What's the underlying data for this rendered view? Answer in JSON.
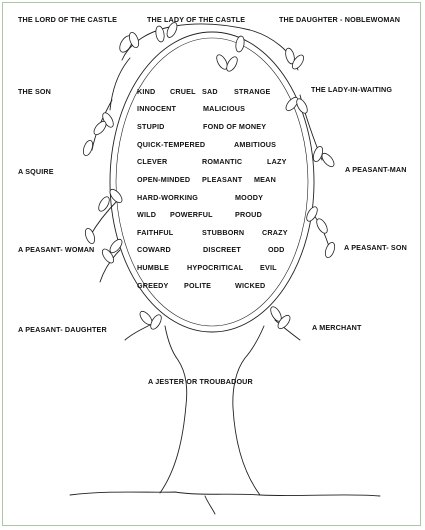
{
  "colors": {
    "border": "#a9c9a3",
    "ink": "#111111",
    "paper": "#ffffff"
  },
  "roles": [
    "THE LORD OF THE CASTLE",
    "THE LADY OF THE CASTLE",
    "THE DAUGHTER - NOBLEWOMAN",
    "THE SON",
    "THE LADY-IN-WAITING",
    "A SQUIRE",
    "A PEASANT-MAN",
    "A PEASANT- WOMAN",
    "A PEASANT- SON",
    "A PEASANT- DAUGHTER",
    "A MERCHANT",
    "A JESTER OR TROUBADOUR"
  ],
  "adjectives": [
    "KIND",
    "CRUEL",
    "SAD",
    "STRANGE",
    "INNOCENT",
    "MALICIOUS",
    "STUPID",
    "FOND OF MONEY",
    "QUICK-TEMPERED",
    "AMBITIOUS",
    "CLEVER",
    "ROMANTIC",
    "LAZY",
    "OPEN-MINDED",
    "PLEASANT",
    "MEAN",
    "HARD-WORKING",
    "MOODY",
    "WILD",
    "POWERFUL",
    "PROUD",
    "FAITHFUL",
    "STUBBORN",
    "CRAZY",
    "COWARD",
    "DISCREET",
    "ODD",
    "HUMBLE",
    "HYPOCRITICAL",
    "EVIL",
    "GREEDY",
    "POLITE",
    "WICKED"
  ],
  "icons": {
    "tree": "tree-drawing-icon",
    "leaf": "leaf-icon"
  }
}
